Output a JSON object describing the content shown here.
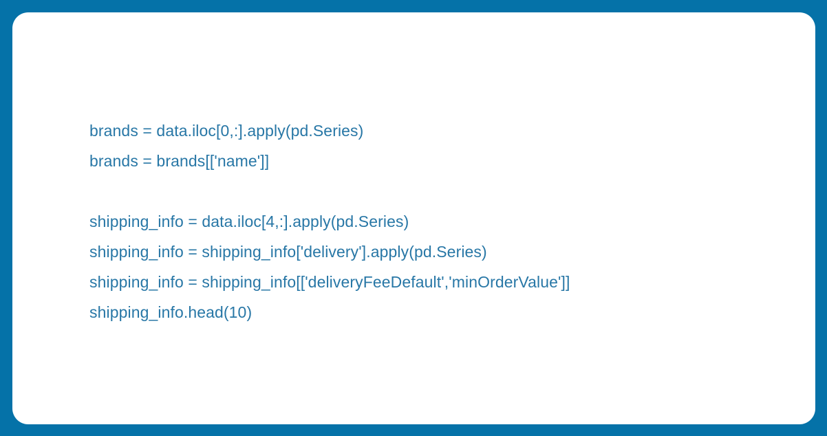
{
  "slide": {
    "border_color": "#0572a8",
    "card_background": "#ffffff",
    "code_text_color": "#2877a6"
  },
  "code": {
    "language": "python",
    "lines": [
      "brands = data.iloc[0,:].apply(pd.Series)",
      "brands = brands[['name']]",
      "",
      "shipping_info = data.iloc[4,:].apply(pd.Series)",
      "shipping_info = shipping_info['delivery'].apply(pd.Series)",
      "shipping_info = shipping_info[['deliveryFeeDefault','minOrderValue']]",
      "shipping_info.head(10)"
    ]
  }
}
